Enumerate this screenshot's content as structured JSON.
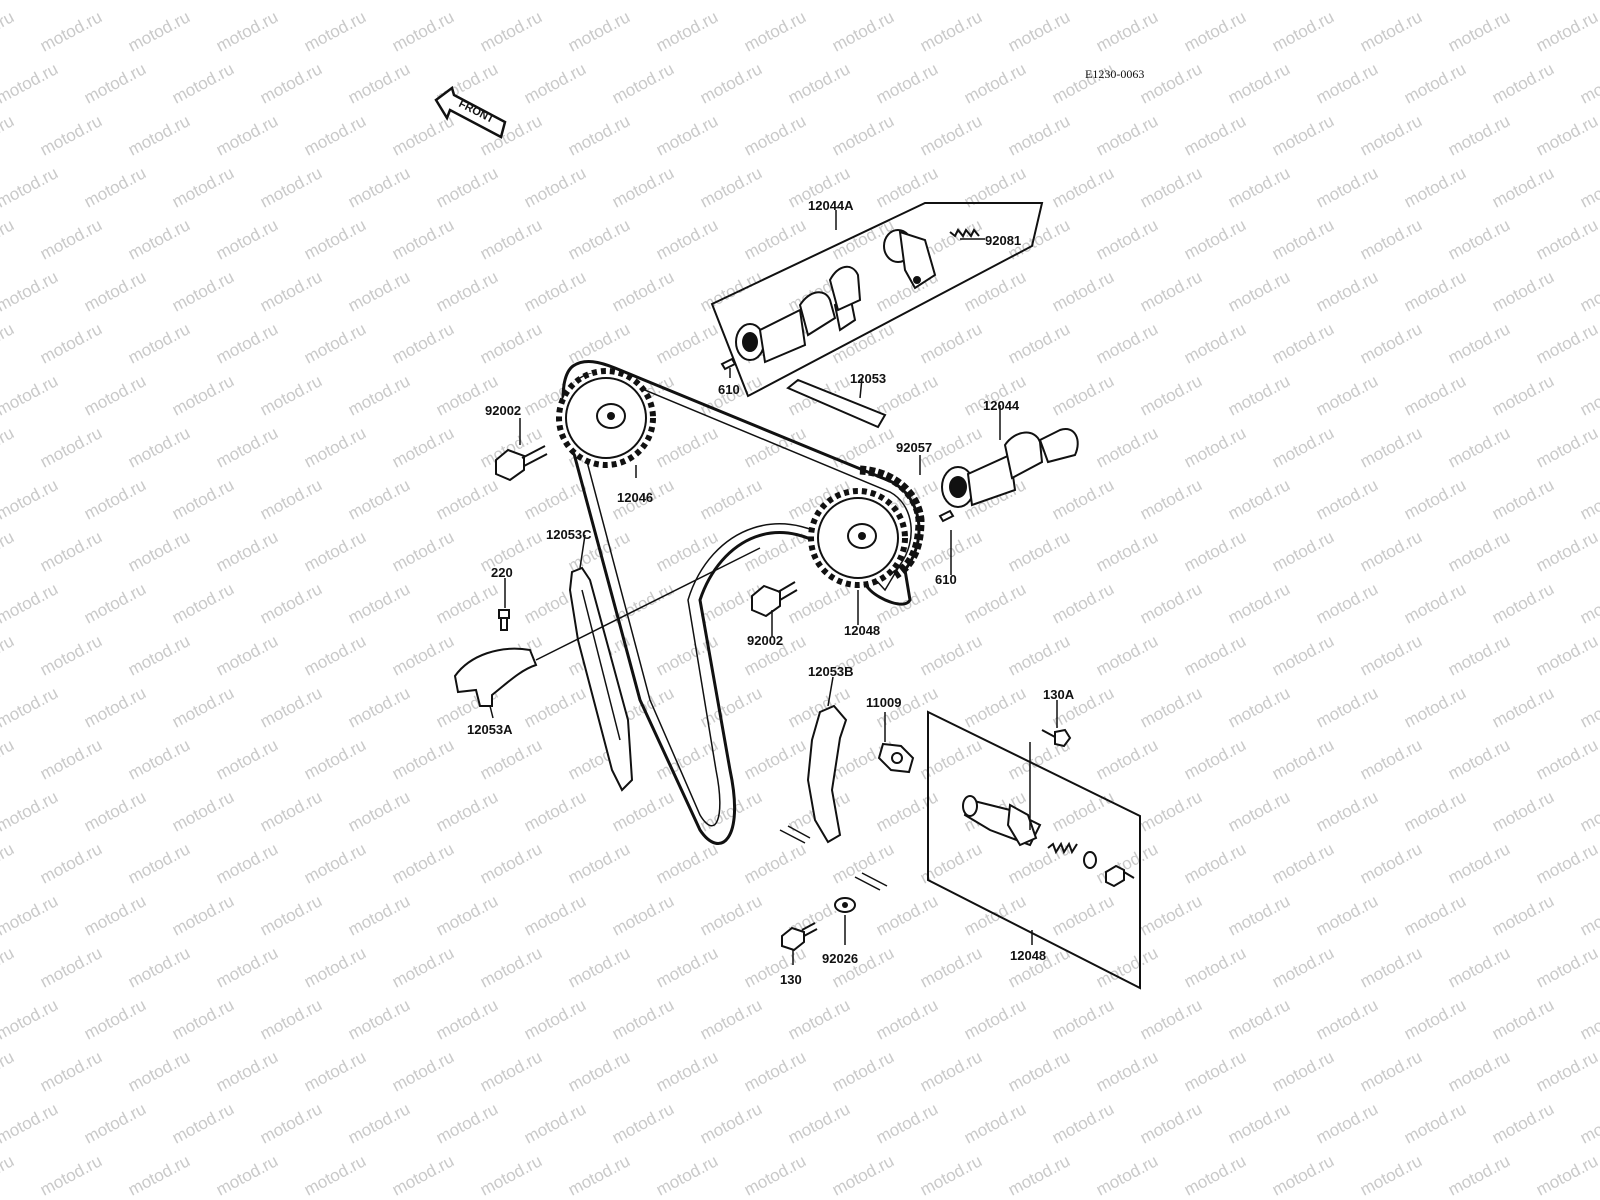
{
  "diagram_code": "E1230-0063",
  "front_label": "FRONT",
  "watermark": "motod.ru",
  "parts": {
    "p12044A": "12044A",
    "p92081": "92081",
    "p610a": "610",
    "p12053": "12053",
    "p12044": "12044",
    "p92002a": "92002",
    "p92057": "92057",
    "p12046": "12046",
    "p610b": "610",
    "p12053C": "12053C",
    "p220": "220",
    "p92002b": "92002",
    "p12048a": "12048",
    "p12053A": "12053A",
    "p12053B": "12053B",
    "p11009": "11009",
    "p130A": "130A",
    "p130": "130",
    "p92026": "92026",
    "p12048b": "12048"
  }
}
